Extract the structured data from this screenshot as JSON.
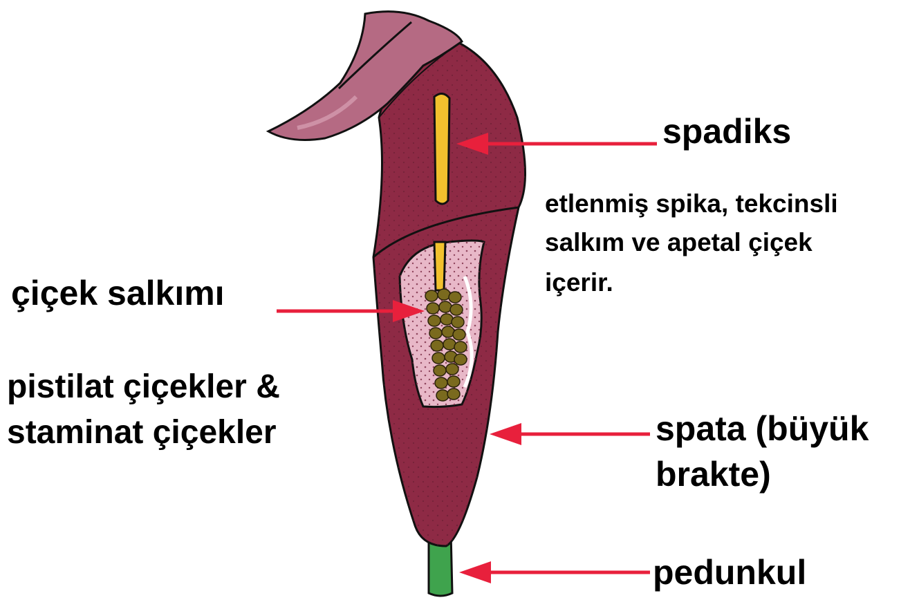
{
  "labels": {
    "spadiks": "spadiks",
    "spadiks_note_1": "etlenmiş spika, tekcinsli",
    "spadiks_note_2": "salkım ve apetal çiçek",
    "spadiks_note_3": "içerir.",
    "inflorescence": "çiçek salkımı",
    "flowers_1": "pistilat çiçekler &",
    "flowers_2": "staminat çiçekler",
    "spathe_1": "spata (büyük",
    "spathe_2": "brakte)",
    "peduncle": "pedunkul"
  },
  "colors": {
    "spathe": "#8e2a45",
    "spathe_dark": "#6e1a33",
    "hood": "#b56a83",
    "hood_light": "#d9a3b5",
    "spadix": "#f2c12e",
    "inner": "#e8b8c8",
    "flowers": "#7a6a1e",
    "stalk": "#3fa34d",
    "arrow": "#e8203c"
  }
}
